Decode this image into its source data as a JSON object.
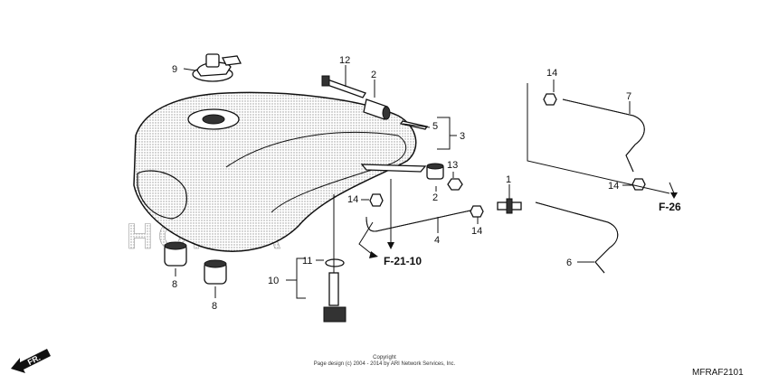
{
  "callouts": {
    "c1": "1",
    "c2a": "2",
    "c2b": "2",
    "c3": "3",
    "c4": "4",
    "c5": "5",
    "c6": "6",
    "c7": "7",
    "c8a": "8",
    "c8b": "8",
    "c9": "9",
    "c10": "10",
    "c11": "11",
    "c12": "12",
    "c13": "13",
    "c14a": "14",
    "c14b": "14",
    "c14c": "14",
    "c14d": "14"
  },
  "refs": {
    "f21": "F-21-10",
    "f26": "F-26"
  },
  "watermark": {
    "brand": "HONDA"
  },
  "direction": {
    "label": "FR."
  },
  "copyright": {
    "line1": "Copyright",
    "line2": "Page design (c) 2004 - 2014 by ARI Network Services, Inc."
  },
  "diagram_code": "MFRAF2101",
  "colors": {
    "ink": "#111111",
    "pattern": "#bfbfbf"
  }
}
